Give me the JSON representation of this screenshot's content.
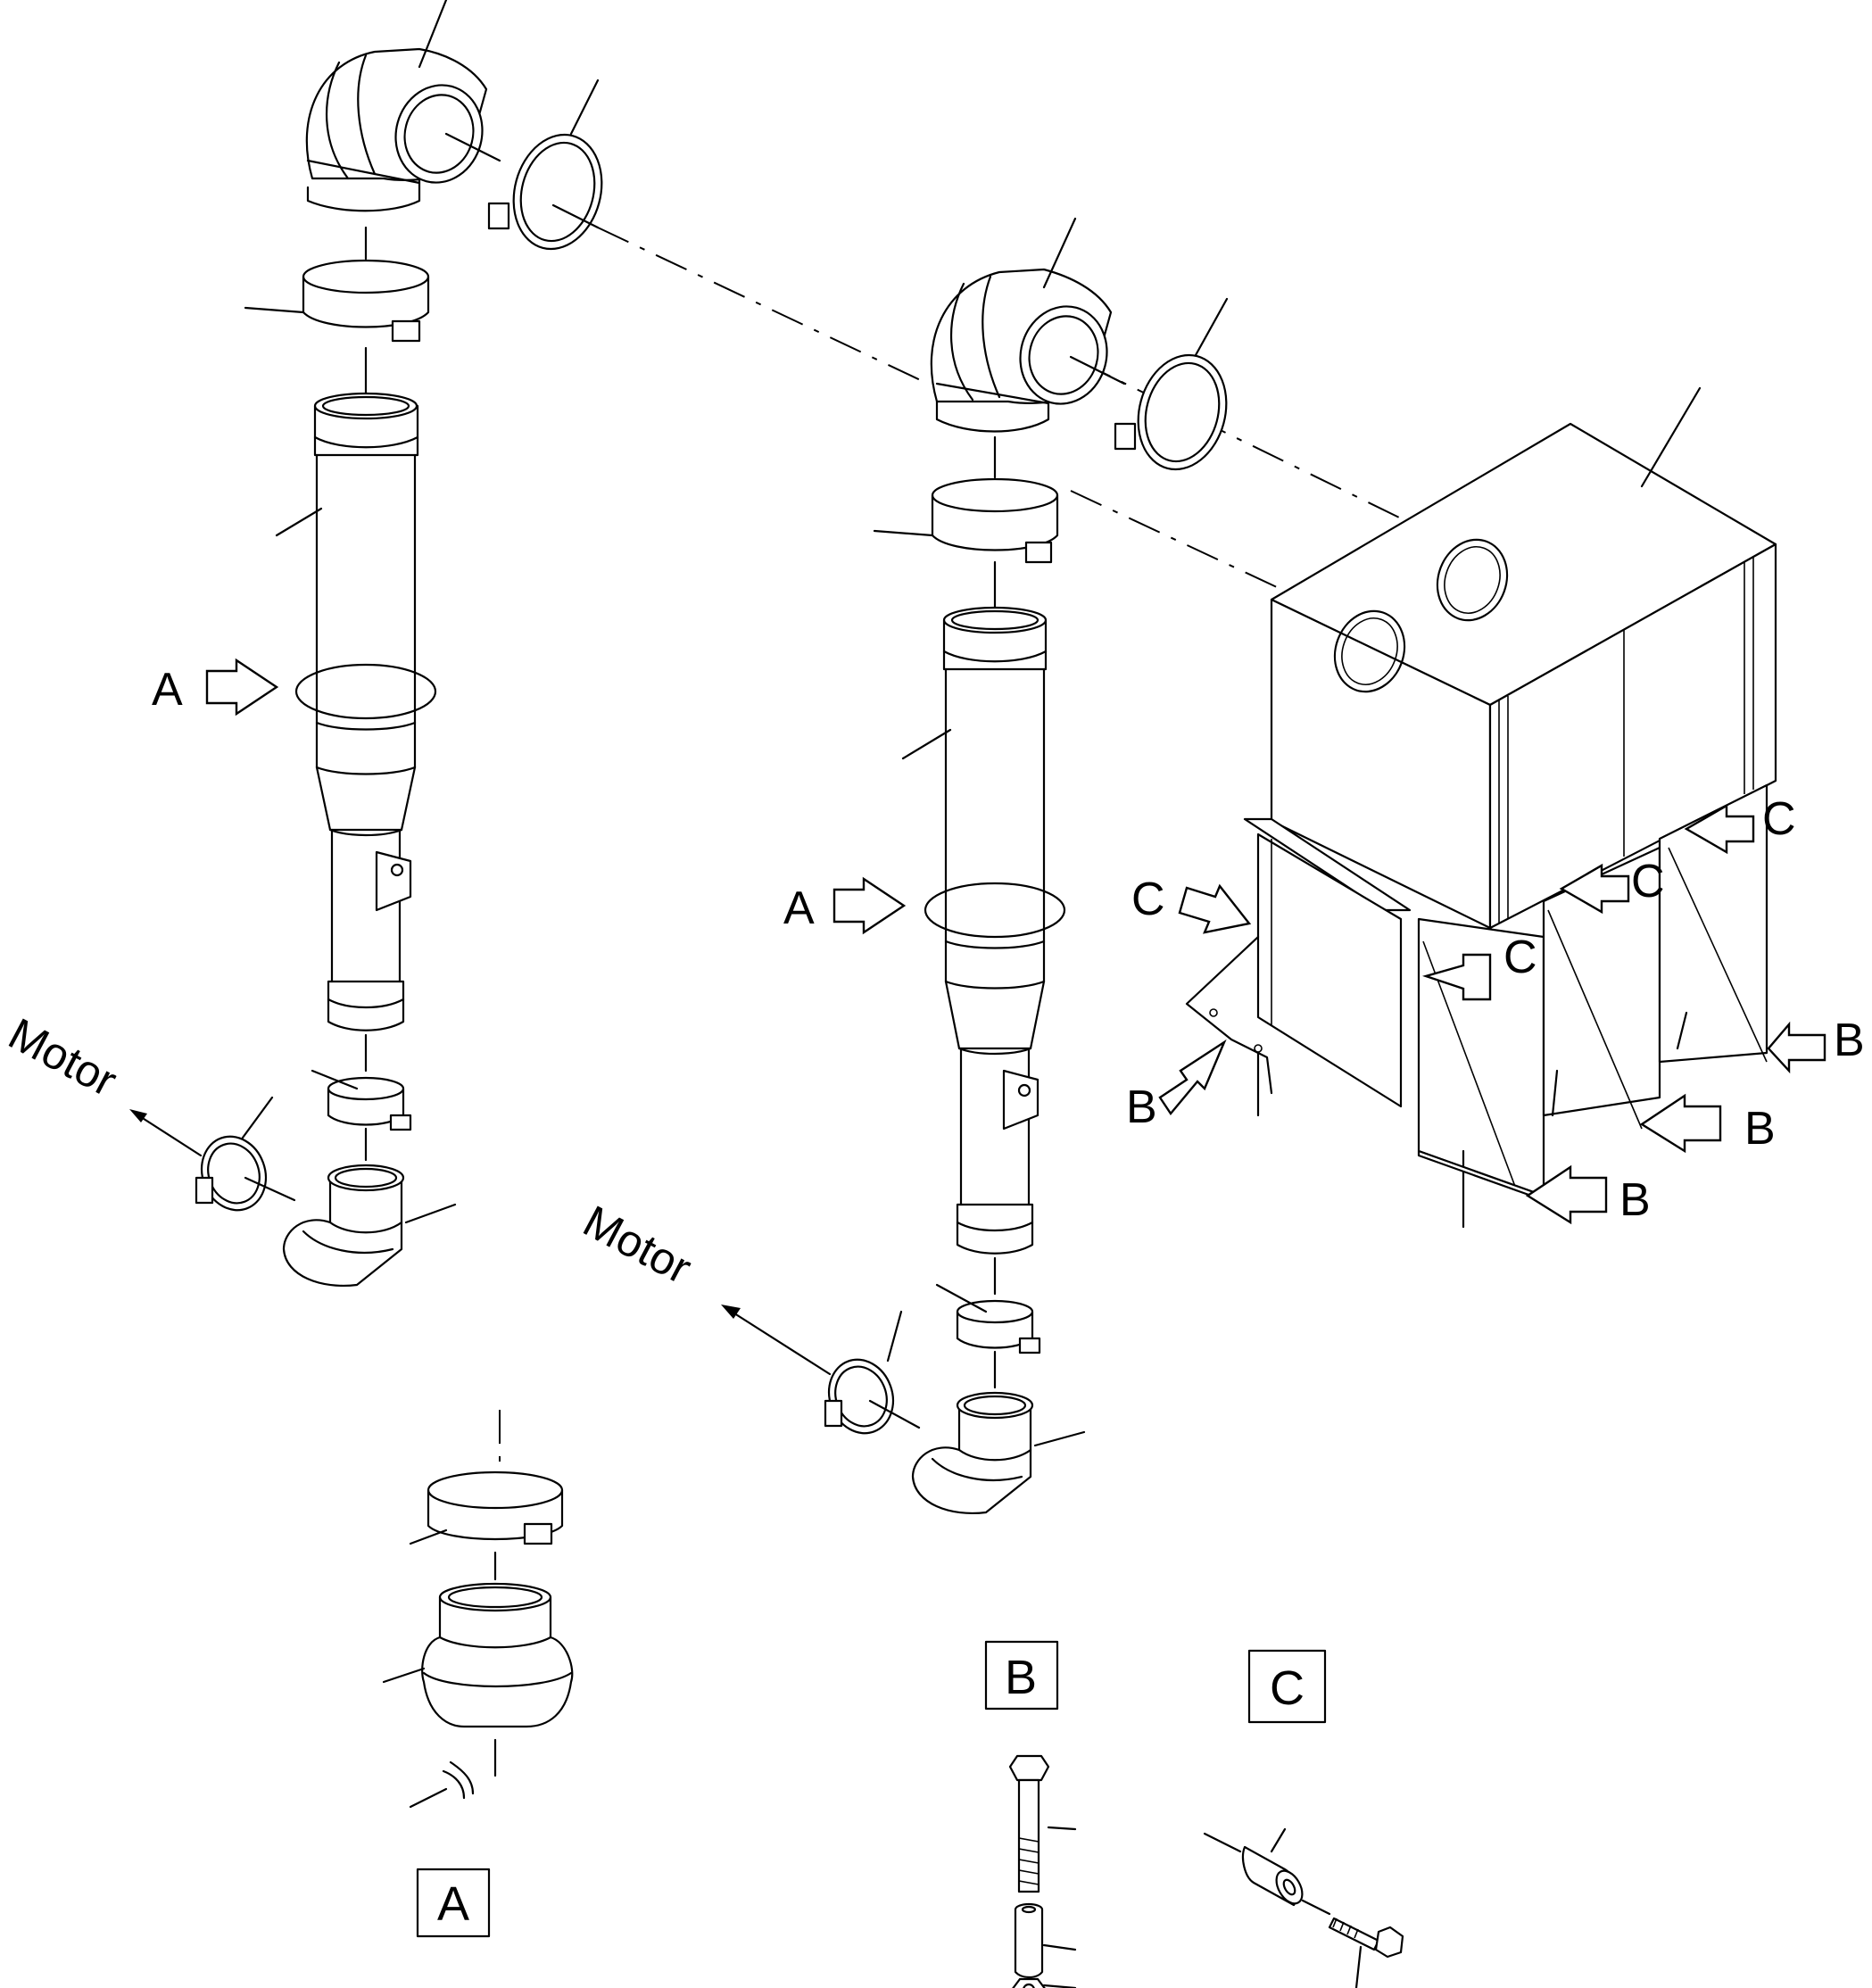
{
  "labels": {
    "detail_a": "A",
    "detail_b": "B",
    "detail_c": "C",
    "motor": "Motor"
  },
  "detail_boxes": [
    "A",
    "B",
    "C"
  ]
}
